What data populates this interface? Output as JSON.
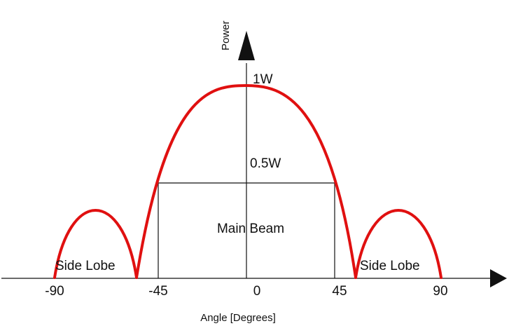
{
  "diagram": {
    "y_axis_title": "Power",
    "x_axis_title": "Angle [Degrees]",
    "x_tick_labels": [
      "-90",
      "-45",
      "0",
      "45",
      "90"
    ],
    "peak_label": "1W",
    "half_power_label": "0.5W",
    "main_beam_label": "Main Beam",
    "side_lobe_left_label": "Side Lobe",
    "side_lobe_right_label": "Side Lobe",
    "curve_color": "#e01010",
    "axis_color": "#111111"
  }
}
